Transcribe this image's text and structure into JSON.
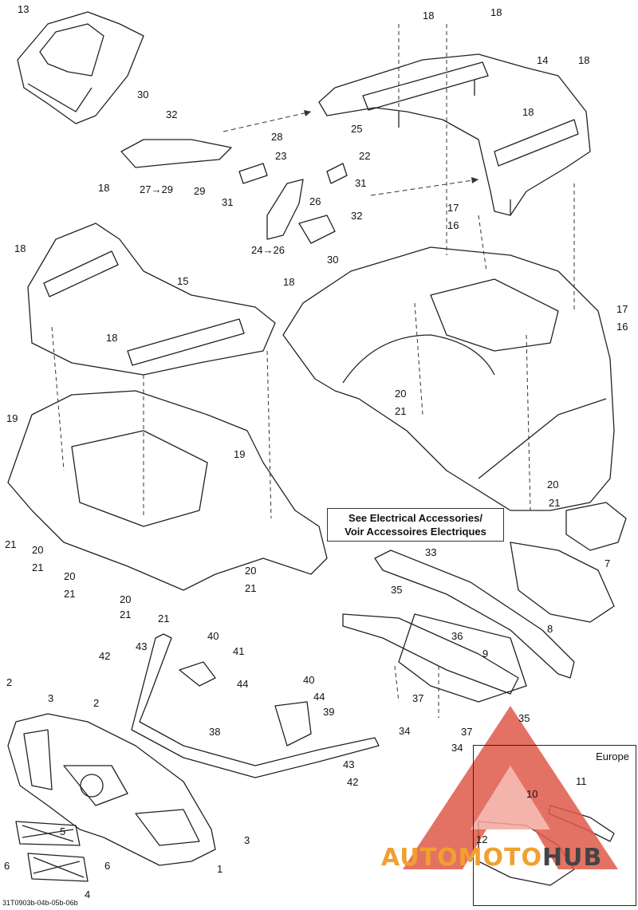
{
  "diagram": {
    "labels": [
      {
        "id": "13a",
        "text": "13"
      },
      {
        "id": "18a",
        "text": "18"
      },
      {
        "id": "18b",
        "text": "18"
      },
      {
        "id": "14",
        "text": "14"
      },
      {
        "id": "18c",
        "text": "18"
      },
      {
        "id": "30a",
        "text": "30"
      },
      {
        "id": "32a",
        "text": "32"
      },
      {
        "id": "18d",
        "text": "18"
      },
      {
        "id": "28",
        "text": "28"
      },
      {
        "id": "23",
        "text": "23"
      },
      {
        "id": "25",
        "text": "25"
      },
      {
        "id": "22",
        "text": "22"
      },
      {
        "id": "27",
        "text": "27→29"
      },
      {
        "id": "29",
        "text": "29"
      },
      {
        "id": "31a",
        "text": "31"
      },
      {
        "id": "31b",
        "text": "31"
      },
      {
        "id": "26",
        "text": "26"
      },
      {
        "id": "18e",
        "text": "18"
      },
      {
        "id": "17a",
        "text": "17"
      },
      {
        "id": "16a",
        "text": "16"
      },
      {
        "id": "32b",
        "text": "32"
      },
      {
        "id": "18f",
        "text": "18"
      },
      {
        "id": "24",
        "text": "24→26"
      },
      {
        "id": "30b",
        "text": "30"
      },
      {
        "id": "15",
        "text": "15"
      },
      {
        "id": "18g",
        "text": "18"
      },
      {
        "id": "18h",
        "text": "18"
      },
      {
        "id": "17b",
        "text": "17"
      },
      {
        "id": "16b",
        "text": "16"
      },
      {
        "id": "20a",
        "text": "20"
      },
      {
        "id": "21a",
        "text": "21"
      },
      {
        "id": "19a",
        "text": "19"
      },
      {
        "id": "19b",
        "text": "19"
      },
      {
        "id": "20b",
        "text": "20"
      },
      {
        "id": "21b",
        "text": "21"
      },
      {
        "id": "21c",
        "text": "21"
      },
      {
        "id": "20c",
        "text": "20"
      },
      {
        "id": "21d",
        "text": "21"
      },
      {
        "id": "20d",
        "text": "20"
      },
      {
        "id": "21e",
        "text": "21"
      },
      {
        "id": "20e",
        "text": "20"
      },
      {
        "id": "21f",
        "text": "21"
      },
      {
        "id": "20f",
        "text": "20"
      },
      {
        "id": "21g",
        "text": "21"
      },
      {
        "id": "21h",
        "text": "21"
      },
      {
        "id": "33",
        "text": "33"
      },
      {
        "id": "7",
        "text": "7"
      },
      {
        "id": "35a",
        "text": "35"
      },
      {
        "id": "8",
        "text": "8"
      },
      {
        "id": "36",
        "text": "36"
      },
      {
        "id": "9",
        "text": "9"
      },
      {
        "id": "40a",
        "text": "40"
      },
      {
        "id": "43a",
        "text": "43"
      },
      {
        "id": "41",
        "text": "41"
      },
      {
        "id": "42a",
        "text": "42"
      },
      {
        "id": "44a",
        "text": "44"
      },
      {
        "id": "2a",
        "text": "2"
      },
      {
        "id": "3a",
        "text": "3"
      },
      {
        "id": "2b",
        "text": "2"
      },
      {
        "id": "40b",
        "text": "40"
      },
      {
        "id": "44b",
        "text": "44"
      },
      {
        "id": "37a",
        "text": "37"
      },
      {
        "id": "35b",
        "text": "35"
      },
      {
        "id": "34a",
        "text": "34"
      },
      {
        "id": "39",
        "text": "39"
      },
      {
        "id": "37b",
        "text": "37"
      },
      {
        "id": "34b",
        "text": "34"
      },
      {
        "id": "38",
        "text": "38"
      },
      {
        "id": "43b",
        "text": "43"
      },
      {
        "id": "42b",
        "text": "42"
      },
      {
        "id": "5",
        "text": "5"
      },
      {
        "id": "3b",
        "text": "3"
      },
      {
        "id": "6a",
        "text": "6"
      },
      {
        "id": "6b",
        "text": "6"
      },
      {
        "id": "1",
        "text": "1"
      },
      {
        "id": "4",
        "text": "4"
      },
      {
        "id": "11",
        "text": "11"
      },
      {
        "id": "10",
        "text": "10"
      },
      {
        "id": "12",
        "text": "12"
      }
    ],
    "note_line1": "See Electrical Accessories/",
    "note_line2": "Voir Accessoires Electriques",
    "inset_title": "Europe",
    "reference_code": "31T0903b-04b-05b-06b"
  },
  "watermark": {
    "text_part1": "AUTOMOTO",
    "text_part2": "HUB",
    "accent_color": "#e05a4a",
    "text_color": "#f0a030"
  }
}
